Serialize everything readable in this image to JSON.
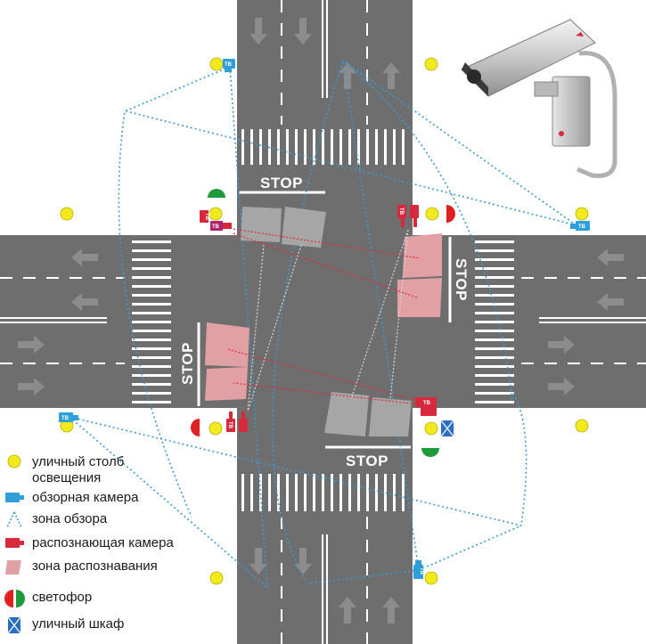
{
  "stop_markings": {
    "north": "STOP",
    "east": "STOP",
    "south": "STOP",
    "west": "STOP"
  },
  "camera_tag": "ТВ",
  "legend": [
    {
      "id": "street-light",
      "icon": "yellow-circle-icon",
      "label": "уличный столб освещения"
    },
    {
      "id": "overview-camera",
      "icon": "blue-camera-icon",
      "label": "обзорная камера"
    },
    {
      "id": "overview-zone",
      "icon": "dotted-triangle-icon",
      "label": "зона обзора"
    },
    {
      "id": "recognition-camera",
      "icon": "red-camera-icon",
      "label": "распознающая камера"
    },
    {
      "id": "recognition-zone",
      "icon": "pink-zone-icon",
      "label": "зона распознавания"
    },
    {
      "id": "traffic-light",
      "icon": "red-green-semicircle-icon",
      "label": "светофор"
    },
    {
      "id": "street-cabinet",
      "icon": "blue-cabinet-icon",
      "label": "уличный шкаф"
    }
  ],
  "colors": {
    "road": "#6e6e6e",
    "marking": "#ffffff",
    "street_light": "#f2ea1c",
    "overview_camera": "#2e9fd8",
    "overview_zone": "#3a9ad6",
    "recognition_camera": "#d8283c",
    "recognition_zone": "#e0a0a4",
    "recognition_ray": "#e8283c",
    "traffic_light_red": "#e02020",
    "traffic_light_green": "#1e9a3a",
    "cabinet": "#2a6fbf"
  }
}
